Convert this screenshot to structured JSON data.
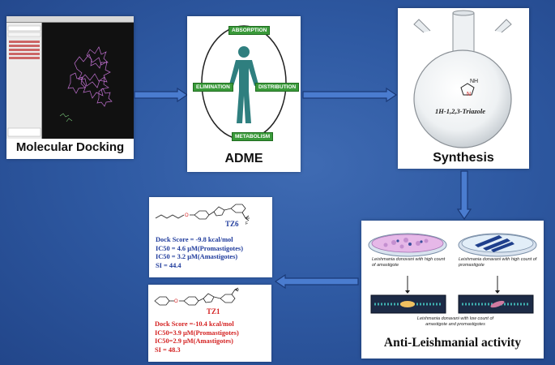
{
  "panels": {
    "docking": {
      "caption": "Molecular Docking"
    },
    "adme": {
      "caption": "ADME",
      "tags": {
        "absorption": "ABSORPTION",
        "elimination": "ELIMINATION",
        "distribution": "DISTRIBUTION",
        "metabolism": "METABOLISM"
      }
    },
    "synthesis": {
      "caption": "Synthesis",
      "flask_label": "1H-1,2,3-Triazole",
      "nh_label": "NH",
      "n_label": "N"
    },
    "anti": {
      "caption": "Anti-Leishmanial activity",
      "dish_left": "Leishmania donovani  with high count of amastigote",
      "dish_right": "Leishmania donavani with high count of promastigote",
      "bottom_text": "Leishmania donavani  with low count  of amastigote and promastigotes"
    }
  },
  "compounds": {
    "tz6": {
      "name": "TZ6",
      "dock": "Dock Score = -9.8 kcal/mol",
      "ic_prom": "IC50 = 4.6 μM(Promastigotes)",
      "ic_amas": "IC50 = 3.2 μM(Amastigotes)",
      "si": "SI = 44.4"
    },
    "tz1": {
      "name": "TZ1",
      "dock": "Dock Score =-10.4 kcal/mol",
      "ic_prom": "IC50=3.9 μM(Promastigotes)",
      "ic_amas": "IC50=2.9 μM(Amastigotes)",
      "si": "SI = 48.3"
    }
  },
  "colors": {
    "background": "#2f5aa3",
    "arrow": "#4a7ccf",
    "tz6_text": "#1f3b9c",
    "tz1_text": "#d42222",
    "adme_tag": "#3a9a3a",
    "molecule": "#c070d0"
  }
}
